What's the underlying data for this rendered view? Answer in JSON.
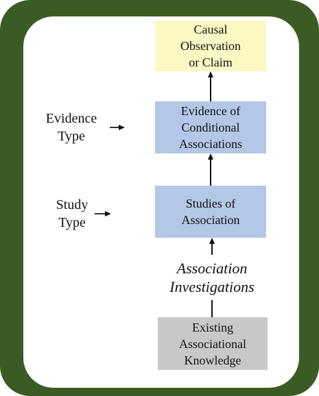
{
  "colors": {
    "frame": "#3b5b23",
    "claim_box": "#fcf8c4",
    "blue_box": "#b4c7e7",
    "gray_box": "#c8c8c8"
  },
  "boxes": {
    "claim": "Causal\nObservation\nor Claim",
    "evidence": "Evidence of\nConditional\nAssociations",
    "studies": "Studies of\nAssociation",
    "existing": "Existing\nAssociational\nKnowledge"
  },
  "side_labels": {
    "evidence_type": "Evidence\nType",
    "study_type": "Study\nType"
  },
  "process_label": "Association\nInvestigations"
}
